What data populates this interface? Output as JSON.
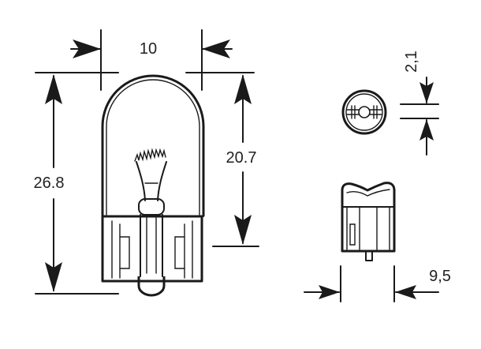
{
  "diagram": {
    "main_view": {
      "width_label": "10",
      "total_height_label": "26.8",
      "glass_height_label": "20.7"
    },
    "top_view": {
      "gap_label": "2,1"
    },
    "side_view": {
      "base_width_label": "9,5"
    }
  },
  "colors": {
    "stroke": "#1a1a1a",
    "background": "#ffffff"
  }
}
